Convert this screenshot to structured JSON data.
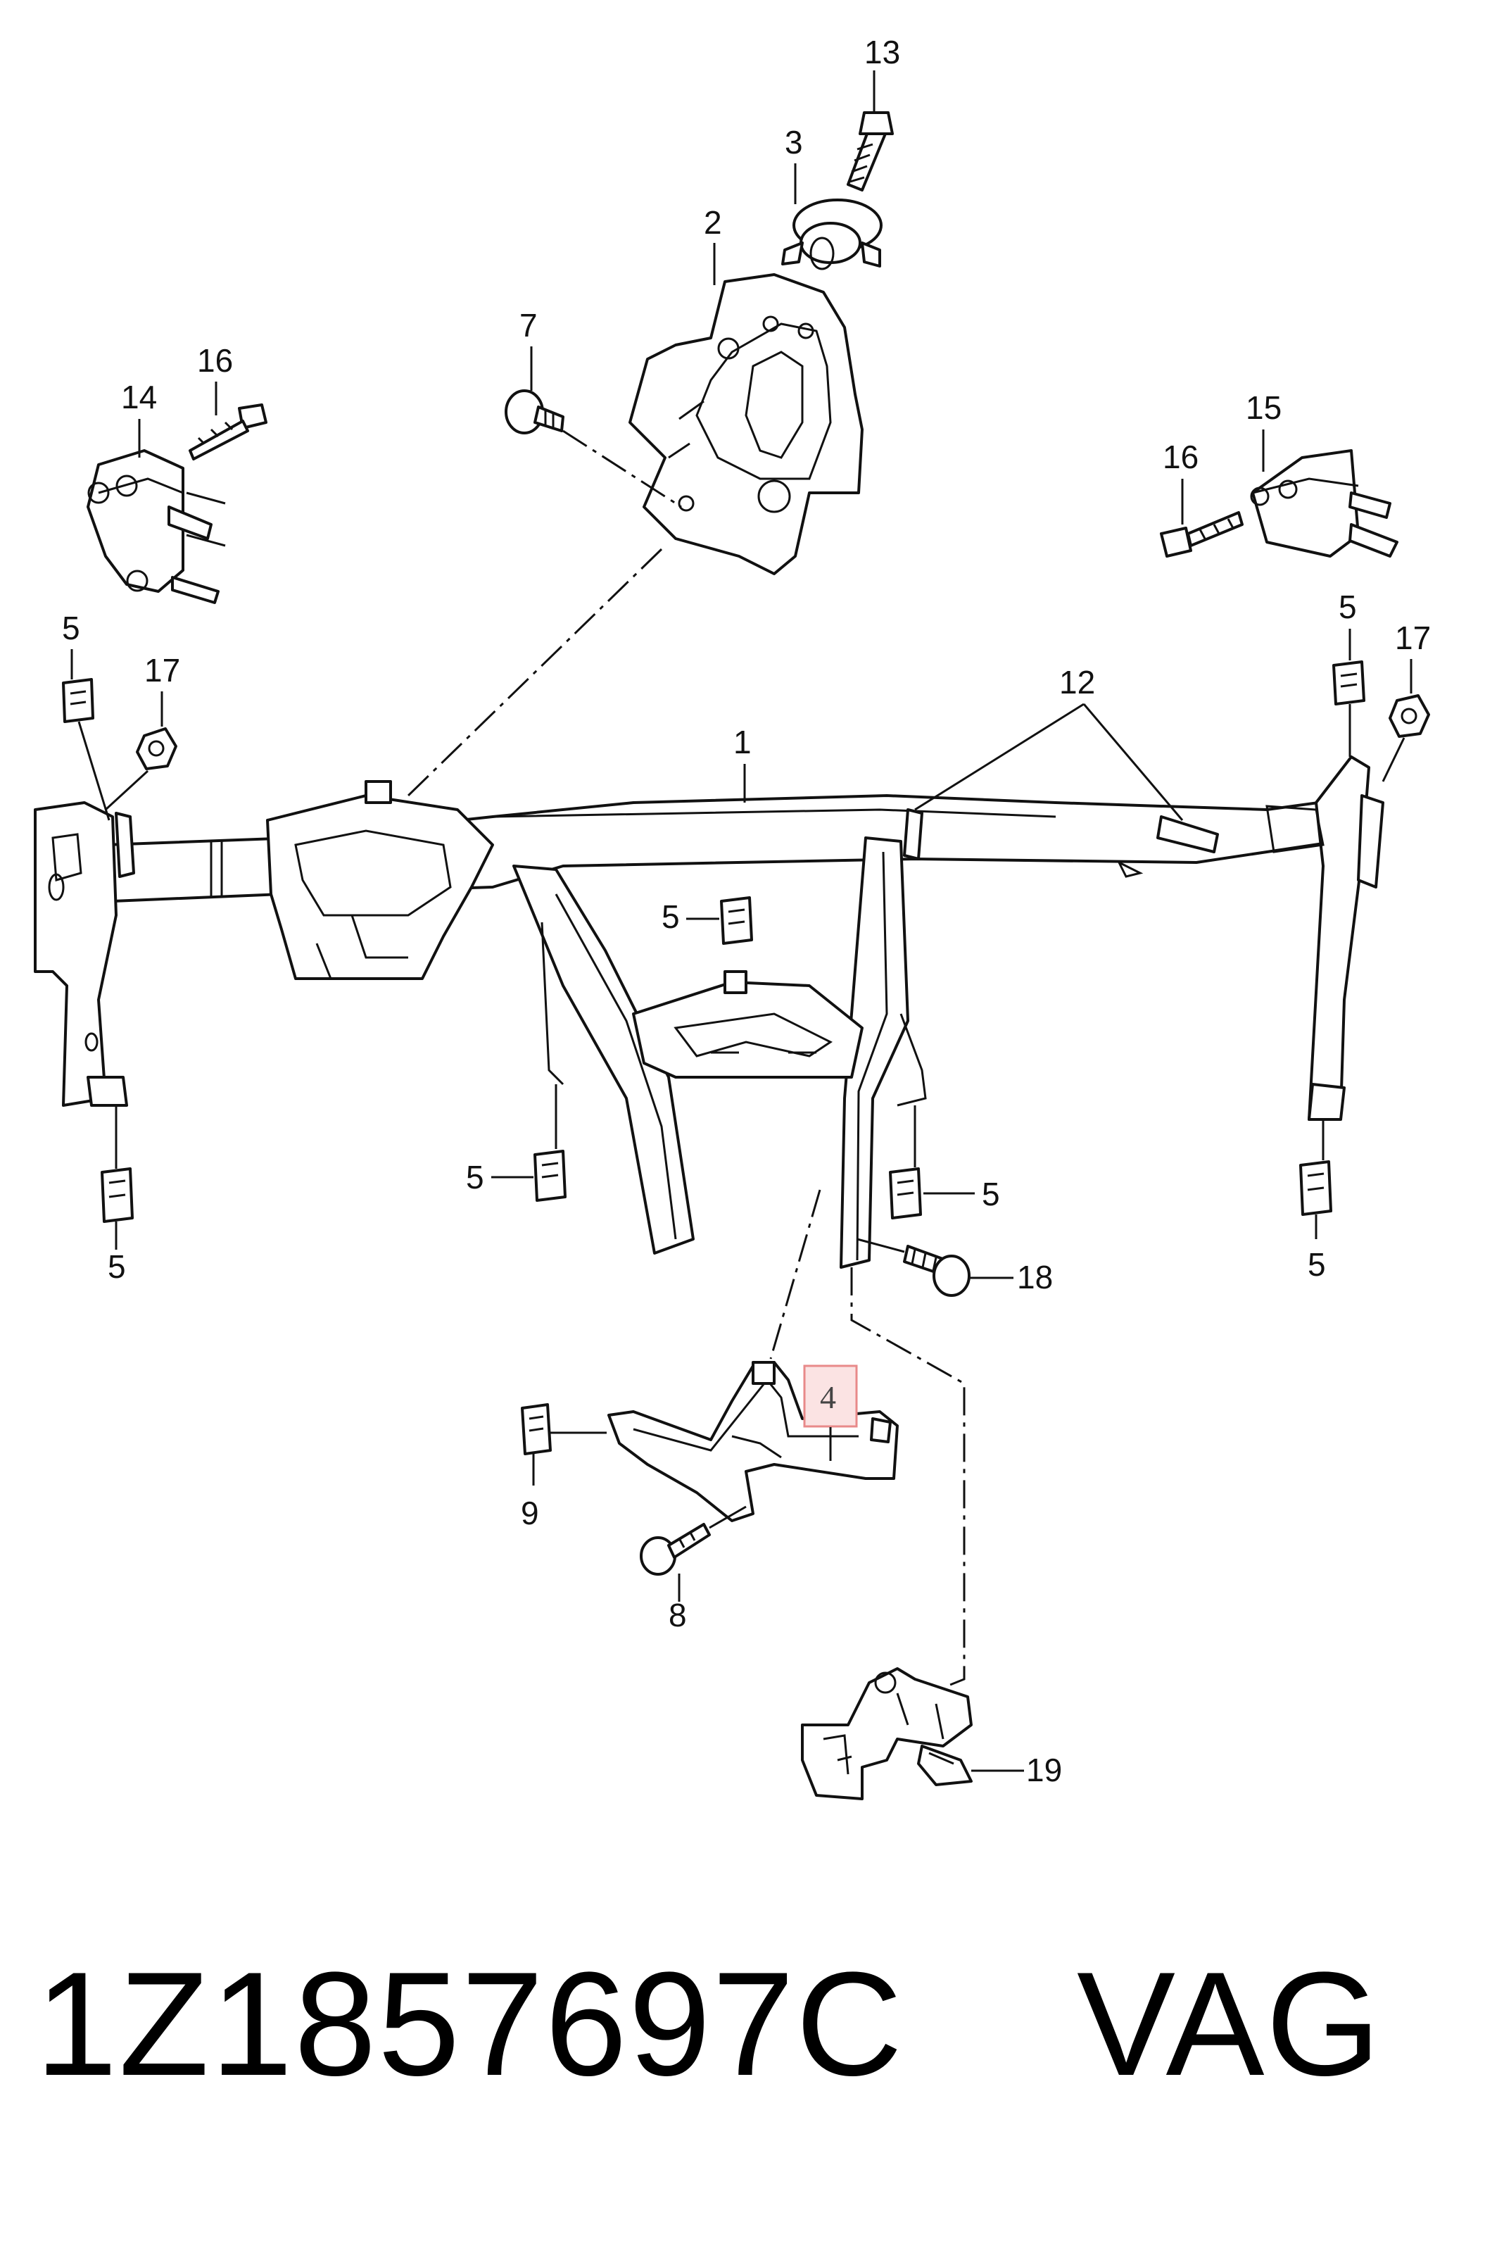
{
  "callouts": {
    "c13": "13",
    "c3": "3",
    "c2": "2",
    "c7": "7",
    "c16a": "16",
    "c14": "14",
    "c15": "15",
    "c16b": "16",
    "c5a": "5",
    "c17a": "17",
    "c12": "12",
    "c5b": "5",
    "c17b": "17",
    "c1": "1",
    "c5c": "5",
    "c5d": "5",
    "c5e": "5",
    "c5f": "5",
    "c5g": "5",
    "c5h": "5",
    "c18": "18",
    "c4": "4",
    "c9": "9",
    "c8": "8",
    "c19": "19"
  },
  "footer": {
    "part_number": "1Z1857697C",
    "brand": "VAG"
  },
  "colors": {
    "highlight_box": "#e88a8a",
    "highlight_fill": "#fbe3e3"
  }
}
